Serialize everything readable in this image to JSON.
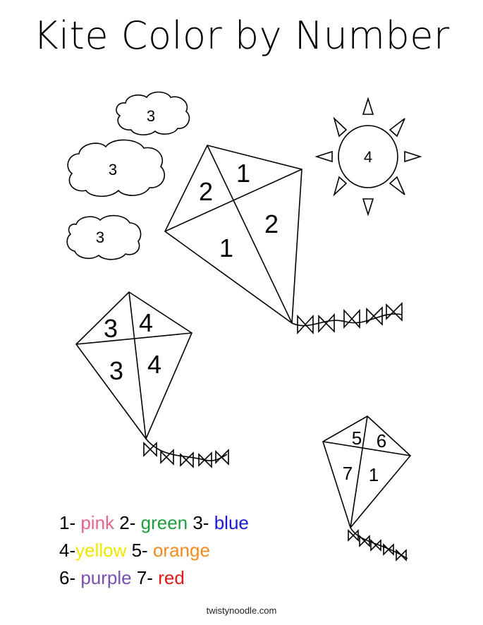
{
  "title": "Kite Color by Number",
  "numbers": {
    "cloud_top": "3",
    "cloud_mid": "3",
    "cloud_bottom": "3",
    "sun": "4",
    "big_kite": [
      "1",
      "2",
      "2",
      "1"
    ],
    "mid_kite": [
      "3",
      "4",
      "3",
      "4"
    ],
    "small_kite": [
      "5",
      "6",
      "7",
      "1"
    ]
  },
  "legend": {
    "rows": [
      [
        {
          "n": "1- ",
          "c": "pink",
          "hex": "#e8658a"
        },
        {
          "n": " 2- ",
          "c": "green",
          "hex": "#1e9e3a"
        },
        {
          "n": " 3- ",
          "c": "blue",
          "hex": "#1a1ad6"
        }
      ],
      [
        {
          "n": "4-",
          "c": "yellow",
          "hex": "#f2e600"
        },
        {
          "n": " 5- ",
          "c": "orange",
          "hex": "#f08c1e"
        }
      ],
      [
        {
          "n": "6- ",
          "c": "purple",
          "hex": "#7a4fb0"
        },
        {
          "n": " 7- ",
          "c": "red",
          "hex": "#e01818"
        }
      ]
    ]
  },
  "credit": "twistynoodle.com"
}
